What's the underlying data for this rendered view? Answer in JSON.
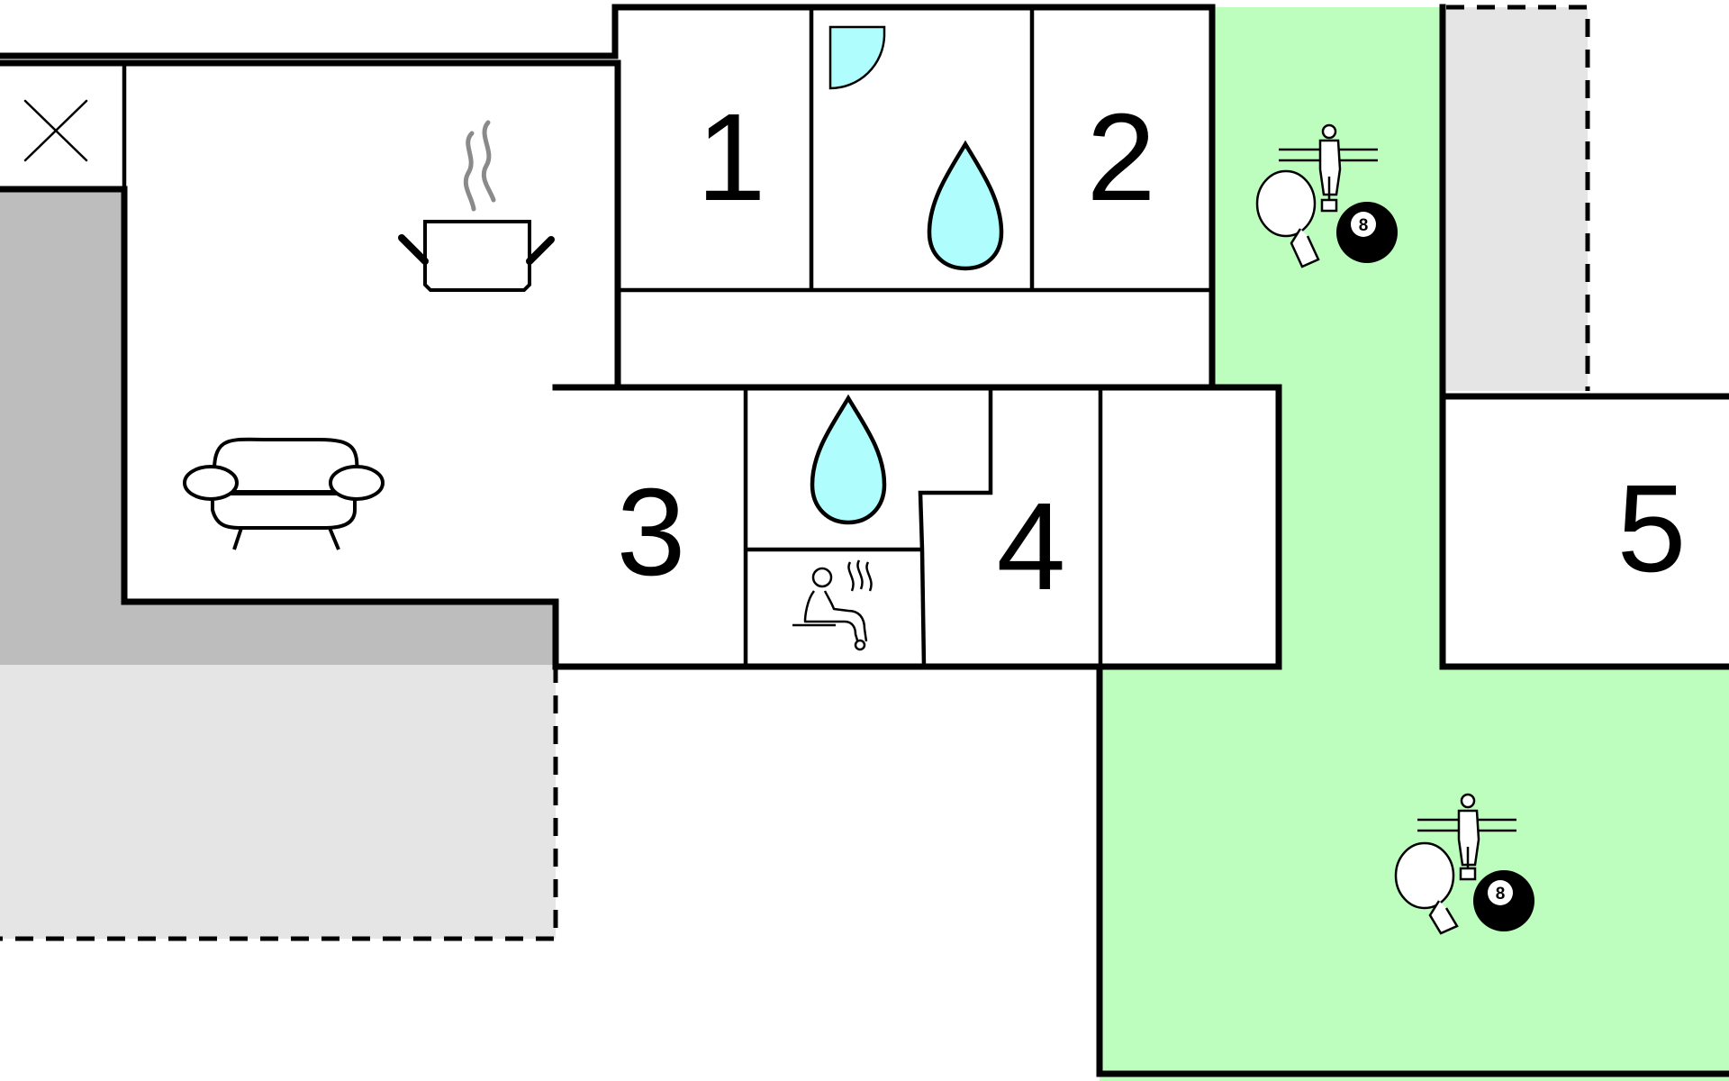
{
  "rooms": [
    {
      "id": "room-1",
      "label": "1"
    },
    {
      "id": "room-2",
      "label": "2"
    },
    {
      "id": "room-3",
      "label": "3"
    },
    {
      "id": "room-4",
      "label": "4"
    },
    {
      "id": "room-5",
      "label": "5"
    }
  ],
  "ball_label": "8",
  "colors": {
    "activity_area": "#bdfdbd",
    "outdoor_grey": "#bdbdbd",
    "terrace_grey": "#e5e5e5",
    "water": "#b0fdfd",
    "steam": "#8a8a8a"
  },
  "icons": [
    "kitchen-pot-icon",
    "sofa-icon",
    "bathroom-water-drop-icon",
    "sauna-icon",
    "table-football-icon",
    "table-tennis-icon",
    "billiard-ball-icon",
    "closed-area-x-icon",
    "door-swing-icon"
  ]
}
